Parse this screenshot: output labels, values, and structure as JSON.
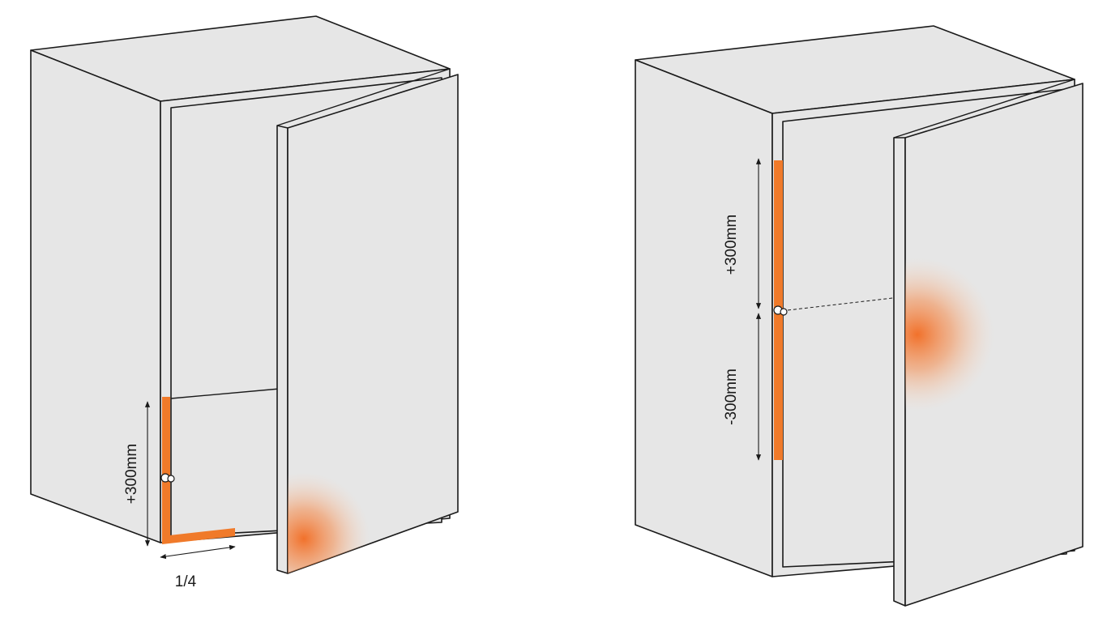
{
  "colors": {
    "cabinet_fill": "#e6e6e6",
    "line": "#1a1a1a",
    "mounting_zone": "#f07a2a",
    "heat_glow": "#f26b21"
  },
  "left_figure": {
    "vertical_dimension": "+300mm",
    "horizontal_dimension": "1/4"
  },
  "right_figure": {
    "upper_dimension": "+300mm",
    "lower_dimension": "-300mm"
  }
}
